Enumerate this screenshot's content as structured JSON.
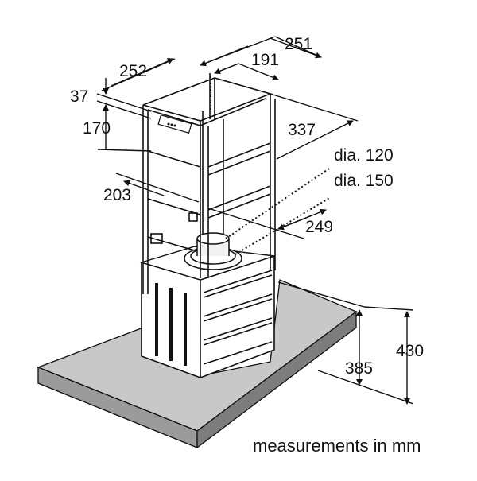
{
  "diagram": {
    "dimensions": {
      "d251": "251",
      "d191": "191",
      "d252": "252",
      "d37": "37",
      "d170": "170",
      "d337": "337",
      "d203": "203",
      "dia120": "dia. 120",
      "dia150": "dia. 150",
      "d249": "249",
      "d430": "430",
      "d385": "385"
    },
    "caption": "measurements in mm"
  },
  "colors": {
    "line": "#111111",
    "hood_top": "#c8c8c8",
    "hood_front": "#9b9b9b",
    "hood_side": "#7d7d7d",
    "frame_face": "#ffffff",
    "duct": "#f2f2f2"
  }
}
